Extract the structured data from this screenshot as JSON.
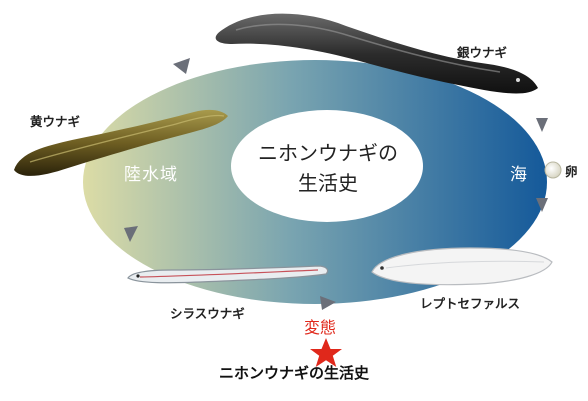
{
  "title": "ニホンウナギの生活史",
  "center_label": [
    "ニホンウナギの",
    "生活史"
  ],
  "regions": {
    "freshwater": "陸水域",
    "sea": "海"
  },
  "stages": {
    "silver_eel": "銀ウナギ",
    "egg": "卵",
    "leptocephalus": "レプトセファルス",
    "glass_eel": "シラスウナギ",
    "yellow_eel": "黄ウナギ"
  },
  "metamorphosis": "変態",
  "colors": {
    "land": "#d9d9a2",
    "sea": "#1b5f9a",
    "arrow": "#6b6f79",
    "star": "#e0281b"
  }
}
